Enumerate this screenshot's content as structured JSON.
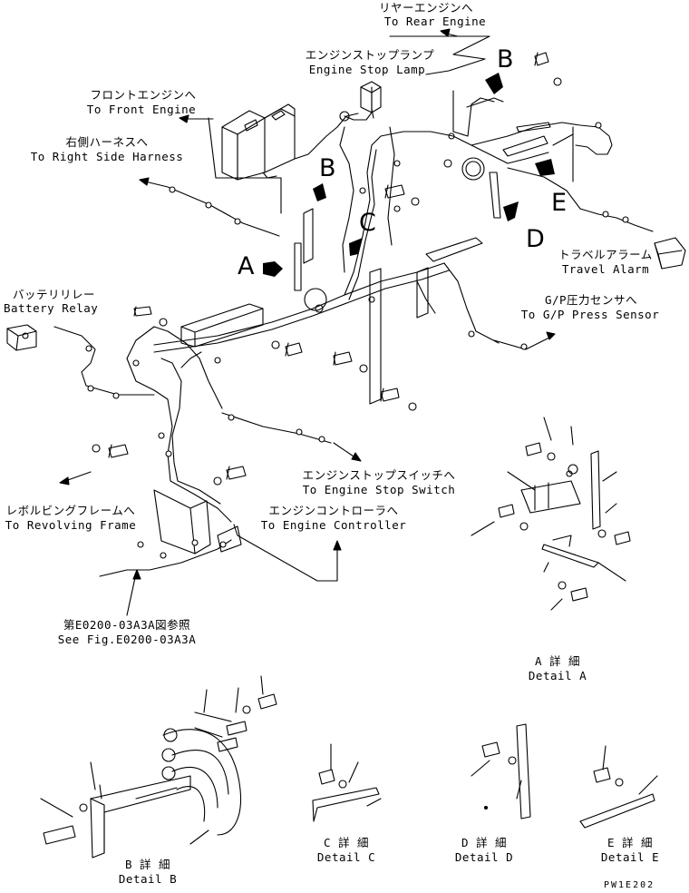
{
  "labels": {
    "rear_engine": {
      "jp": "リヤーエンジンへ",
      "en": "To Rear Engine"
    },
    "engine_stop_lamp": {
      "jp": "エンジンストップランプ",
      "en": "Engine Stop Lamp"
    },
    "front_engine": {
      "jp": "フロントエンジンへ",
      "en": "To Front Engine"
    },
    "right_side_harness": {
      "jp": "右側ハーネスへ",
      "en": "To Right Side Harness"
    },
    "battery_relay": {
      "jp": "バッテリリレー",
      "en": "Battery Relay"
    },
    "travel_alarm": {
      "jp": "トラベルアラーム",
      "en": "Travel Alarm"
    },
    "gp_press_sensor": {
      "jp": "G/P圧力センサへ",
      "en": "To G/P Press Sensor"
    },
    "engine_stop_switch": {
      "jp": "エンジンストップスイッチへ",
      "en": "To Engine Stop Switch"
    },
    "engine_controller": {
      "jp": "エンジンコントローラへ",
      "en": "To Engine Controller"
    },
    "revolving_frame": {
      "jp": "レボルビングフレームへ",
      "en": "To Revolving Frame"
    },
    "see_fig": {
      "jp": "第E0200-03A3A図参照",
      "en": "See Fig.E0200-03A3A"
    }
  },
  "callouts": {
    "a": "A",
    "b1": "B",
    "b2": "B",
    "c": "C",
    "d": "D",
    "e": "E"
  },
  "details": {
    "a": {
      "jp": "A 詳 細",
      "en": "Detail A"
    },
    "b": {
      "jp": "B 詳 細",
      "en": "Detail B"
    },
    "c": {
      "jp": "C 詳 細",
      "en": "Detail C"
    },
    "d": {
      "jp": "D 詳 細",
      "en": "Detail D"
    },
    "e": {
      "jp": "E 詳 細",
      "en": "Detail E"
    }
  },
  "part_number": "PW1E202"
}
